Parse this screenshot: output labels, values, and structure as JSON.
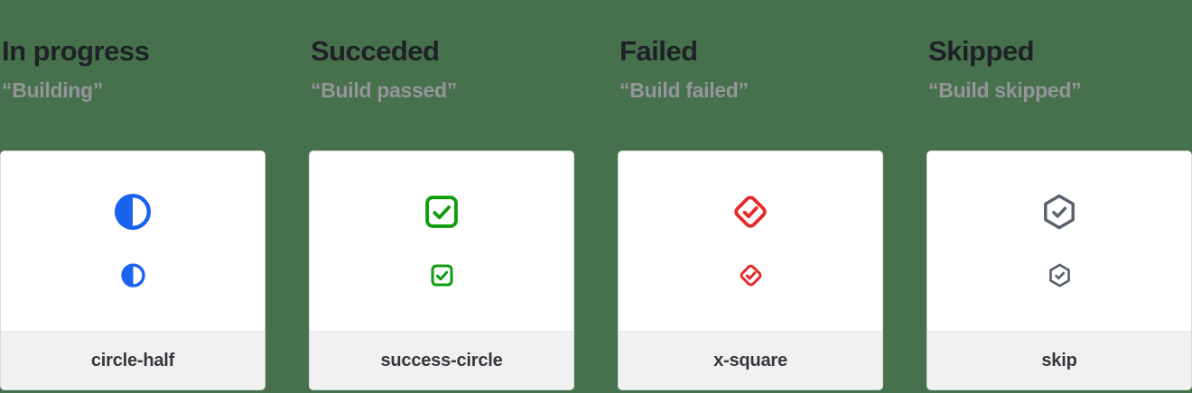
{
  "page": {
    "background_color": "#47714D",
    "card_background": "#FFFFFF",
    "card_border_color": "#DBDBDB",
    "footer_background": "#F0F0F0",
    "heading_color": "#1E2227",
    "quote_color": "#95959B",
    "label_color": "#35393E"
  },
  "columns": [
    {
      "heading": "In progress",
      "quote": "“Building”",
      "icon": "circle-half-icon",
      "label": "circle-half",
      "color": "#1A63EE",
      "color_style": "color:#1A63EE"
    },
    {
      "heading": "Succeded",
      "quote": "“Build passed”",
      "icon": "success-circle-icon",
      "label": "success-circle",
      "color": "#0F9D0F",
      "color_style": "color:#0F9D0F"
    },
    {
      "heading": "Failed",
      "quote": "“Build failed”",
      "icon": "x-square-icon",
      "label": "x-square",
      "color": "#E62A2A",
      "color_style": "color:#E62A2A"
    },
    {
      "heading": "Skipped",
      "quote": "“Build skipped”",
      "icon": "skip-icon",
      "label": "skip",
      "color": "#5A616E",
      "color_style": "color:#5A616E"
    }
  ]
}
